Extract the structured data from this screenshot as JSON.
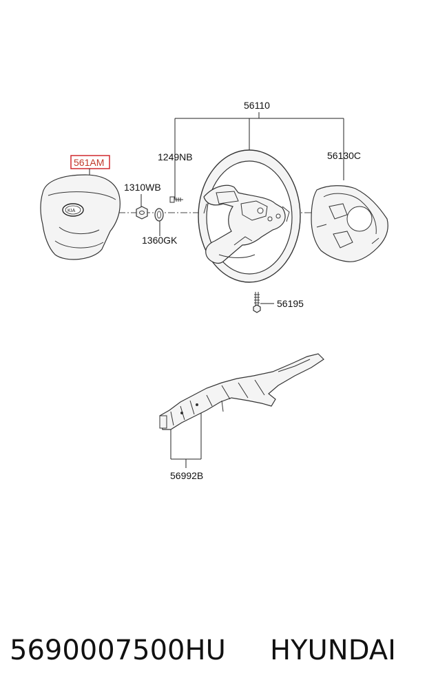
{
  "diagram": {
    "callouts": {
      "wheel": "56110",
      "airbag": "561AM",
      "bolt_top": "1249NB",
      "cover": "56130C",
      "nut": "1310WB",
      "washer": "1360GK",
      "screw": "56195",
      "bracket": "56992B"
    },
    "highlight_color": "#d0282e"
  },
  "footer": {
    "part_number": "5690007500HU",
    "brand": "HYUNDAI"
  }
}
